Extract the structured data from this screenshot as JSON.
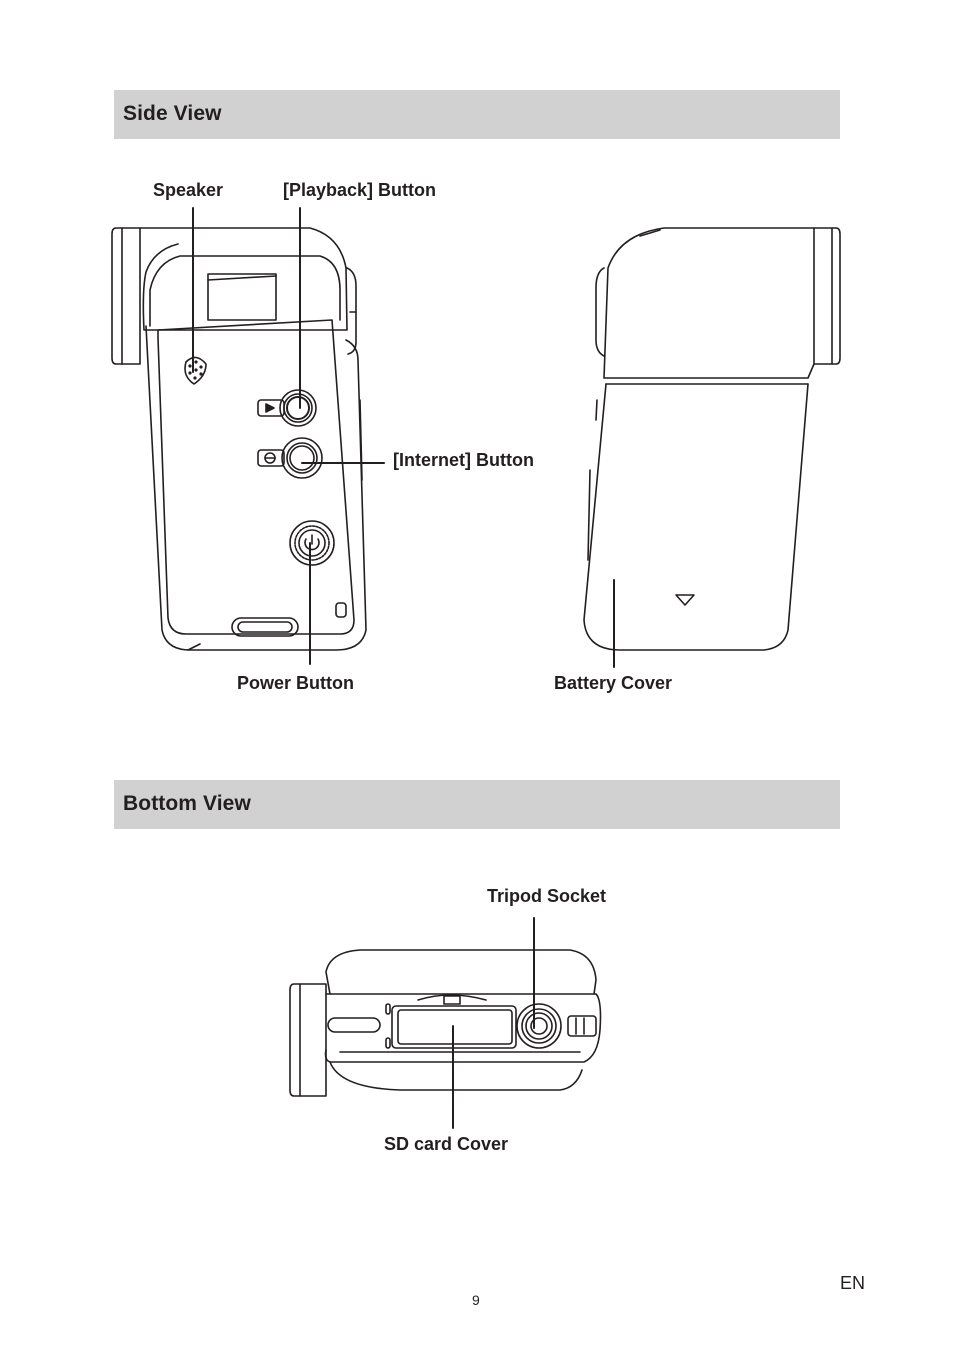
{
  "sections": {
    "side_view": {
      "title": "Side View",
      "labels": {
        "speaker": "Speaker",
        "playback": "[Playback] Button",
        "internet": "[Internet] Button",
        "power": "Power Button",
        "battery": "Battery Cover"
      }
    },
    "bottom_view": {
      "title": "Bottom View",
      "labels": {
        "tripod": "Tripod Socket",
        "sd_card": "SD card Cover"
      }
    }
  },
  "footer": {
    "language": "EN",
    "page_number": "9"
  }
}
